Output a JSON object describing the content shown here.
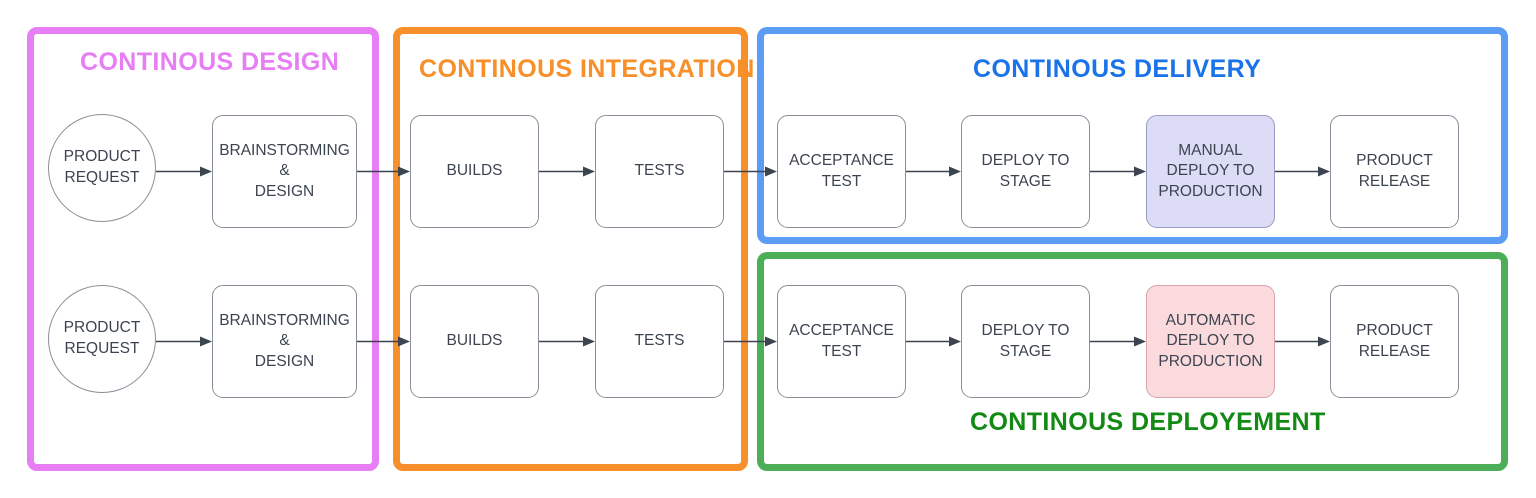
{
  "diagram": {
    "title_design": "CONTINOUS DESIGN",
    "title_integration": "CONTINOUS INTEGRATION",
    "title_delivery": "CONTINOUS DELIVERY",
    "title_deployment": "CONTINOUS DEPLOYEMENT",
    "colors": {
      "design": "#e87ef5",
      "integration": "#f78f2a",
      "delivery": "#1a73e8",
      "delivery_border": "#5b9cf5",
      "deployment": "#138a13",
      "deployment_border": "#4caf58",
      "manual_fill": "#dcdcf7",
      "automatic_fill": "#fadadd",
      "node_border": "#8a9099",
      "node_text": "#3c4450",
      "arrow": "#3c4450"
    }
  },
  "rows": [
    {
      "name": "continuous-delivery-row",
      "nodes": [
        {
          "key": "product-request",
          "label": "PRODUCT\nREQUEST"
        },
        {
          "key": "brainstorming",
          "label": "BRAINSTORMING\n&\nDESIGN"
        },
        {
          "key": "builds",
          "label": "BUILDS"
        },
        {
          "key": "tests",
          "label": "TESTS"
        },
        {
          "key": "acceptance-test",
          "label": "ACCEPTANCE\nTEST"
        },
        {
          "key": "deploy-to-stage",
          "label": "DEPLOY TO\nSTAGE"
        },
        {
          "key": "deploy-production",
          "label": "MANUAL\nDEPLOY TO\nPRODUCTION"
        },
        {
          "key": "product-release",
          "label": "PRODUCT\nRELEASE"
        }
      ]
    },
    {
      "name": "continuous-deployment-row",
      "nodes": [
        {
          "key": "product-request",
          "label": "PRODUCT\nREQUEST"
        },
        {
          "key": "brainstorming",
          "label": "BRAINSTORMING\n&\nDESIGN"
        },
        {
          "key": "builds",
          "label": "BUILDS"
        },
        {
          "key": "tests",
          "label": "TESTS"
        },
        {
          "key": "acceptance-test",
          "label": "ACCEPTANCE\nTEST"
        },
        {
          "key": "deploy-to-stage",
          "label": "DEPLOY TO\nSTAGE"
        },
        {
          "key": "deploy-production",
          "label": "AUTOMATIC\nDEPLOY TO\nPRODUCTION"
        },
        {
          "key": "product-release",
          "label": "PRODUCT\nRELEASE"
        }
      ]
    }
  ]
}
